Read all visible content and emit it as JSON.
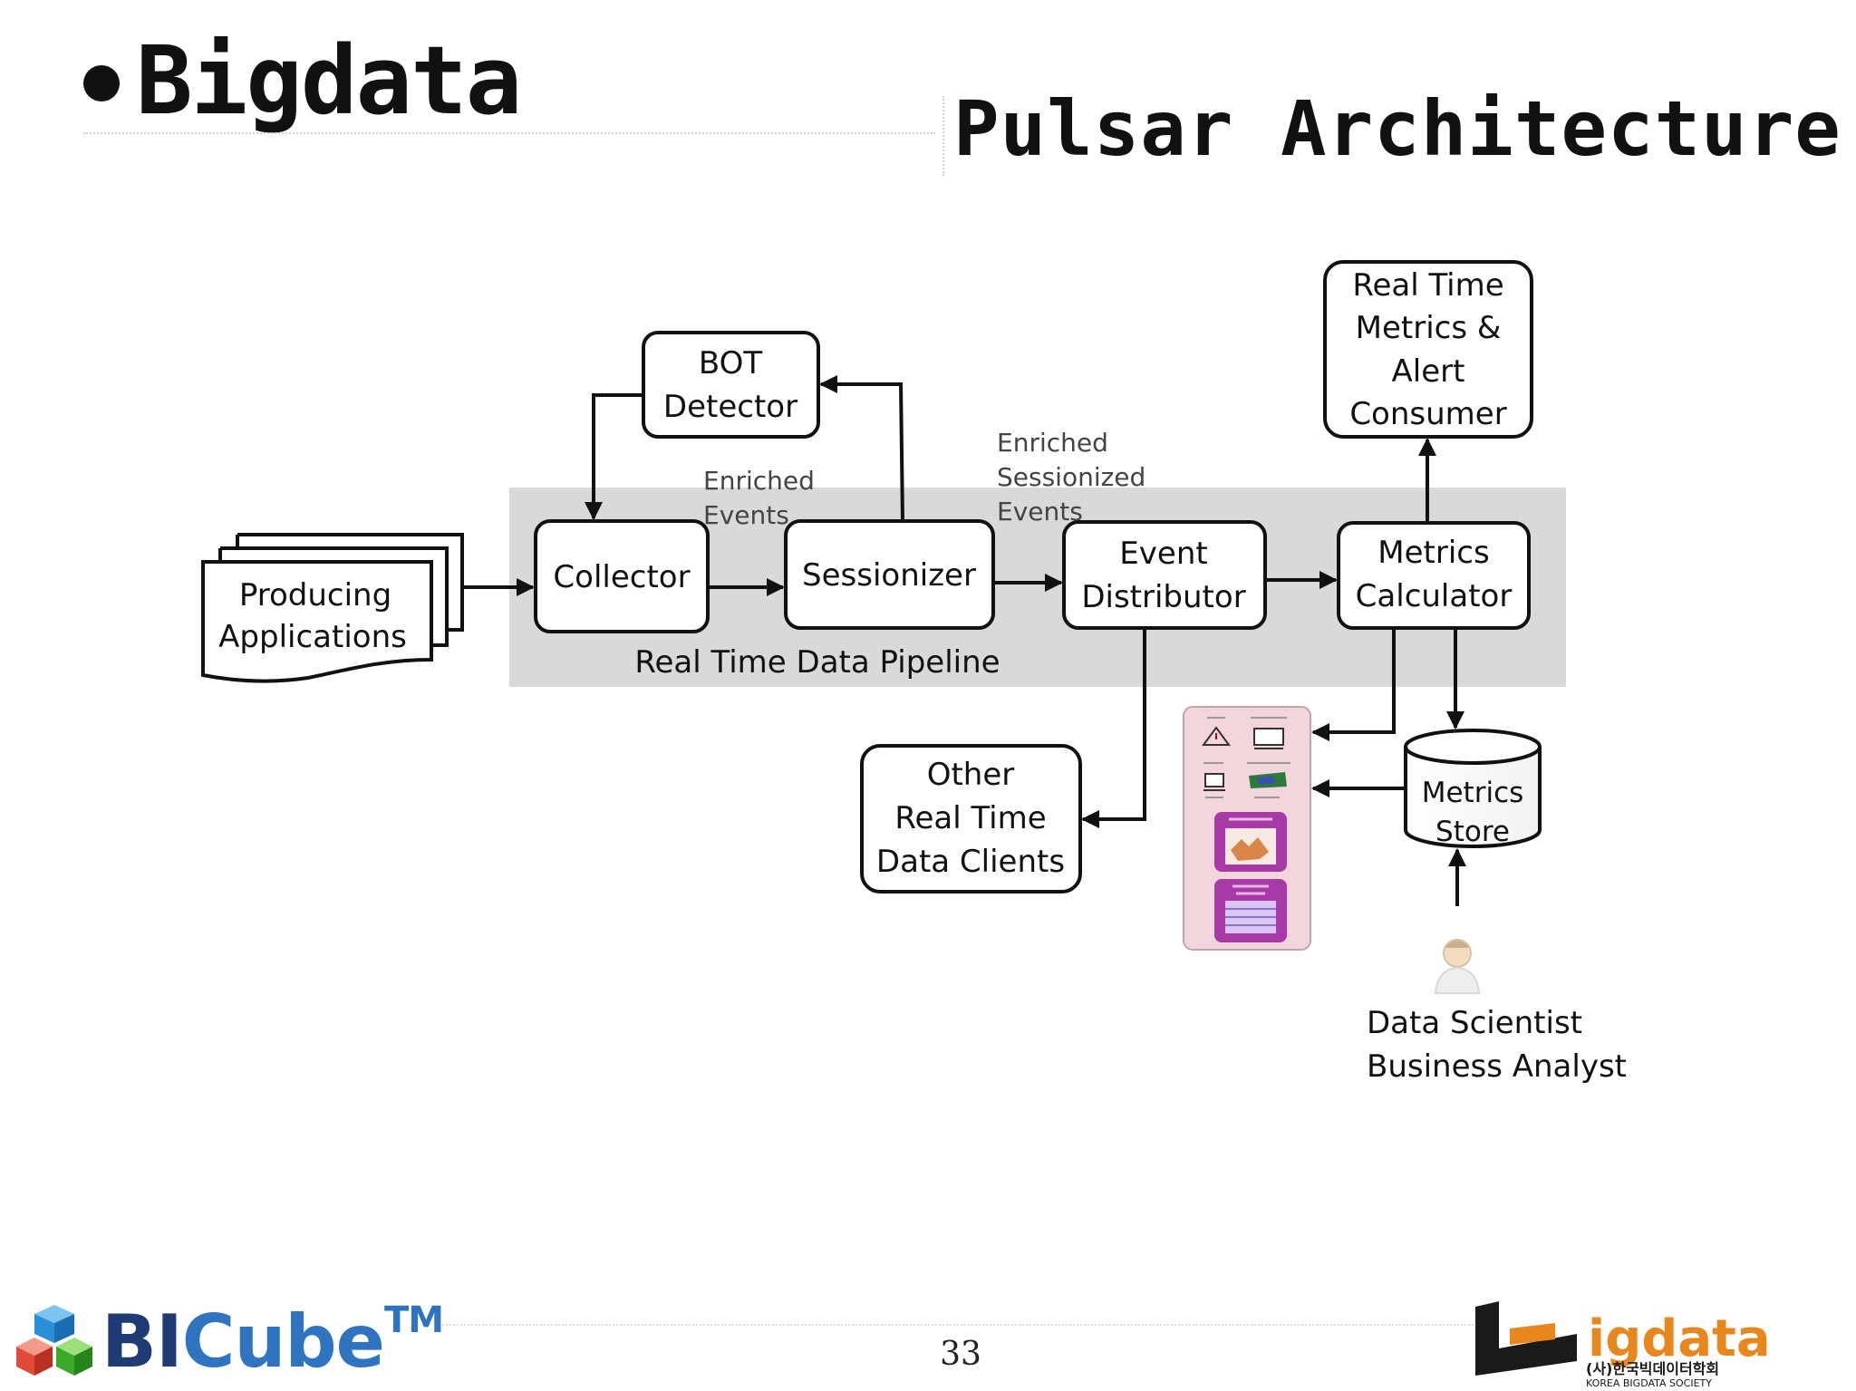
{
  "slide": {
    "title": "Bigdata",
    "subtitle": "Pulsar  Architecture",
    "page_number": "33"
  },
  "diagram": {
    "nodes": {
      "producing_applications": [
        "Producing",
        "Applications"
      ],
      "collector": [
        "Collector"
      ],
      "sessionizer": [
        "Sessionizer"
      ],
      "bot_detector": [
        "BOT",
        "Detector"
      ],
      "event_distributor": [
        "Event",
        "Distributor"
      ],
      "metrics_calculator": [
        "Metrics",
        "Calculator"
      ],
      "alert_consumer": [
        "Real Time",
        "Metrics &",
        "Alert",
        "Consumer"
      ],
      "metrics_store": [
        "Metrics",
        "Store"
      ],
      "other_clients": [
        "Other",
        "Real Time",
        "Data Clients"
      ],
      "data_scientist": [
        "Data Scientist",
        "Business Analyst"
      ]
    },
    "edge_labels": {
      "enriched_events": [
        "Enriched",
        "Events"
      ],
      "enriched_sessionized_events": [
        "Enriched",
        "Sessionized",
        "Events"
      ]
    },
    "pipeline_label": "Real Time Data Pipeline",
    "dashboard_icons": [
      "warning-icon",
      "notebook-icon",
      "monitor-icon",
      "map-icon",
      "chart-panel-icon",
      "table-panel-icon"
    ]
  },
  "footer": {
    "left_logo": {
      "bi": "BI",
      "cube": "Cube",
      "tm": "TM"
    },
    "right_logo": {
      "word": "igdata",
      "korean": "(사)한국빅데이터학회",
      "english": "KOREA BIGDATA SOCIETY"
    }
  },
  "colors": {
    "pipeline_band": "#d9d9d9",
    "dashboard_panel": "#f3d6dc",
    "dashboard_tile": "#a83aa6",
    "bicube_dark": "#1f3b73",
    "bicube_light": "#2f74c0",
    "bigdata_orange": "#e8871e"
  }
}
